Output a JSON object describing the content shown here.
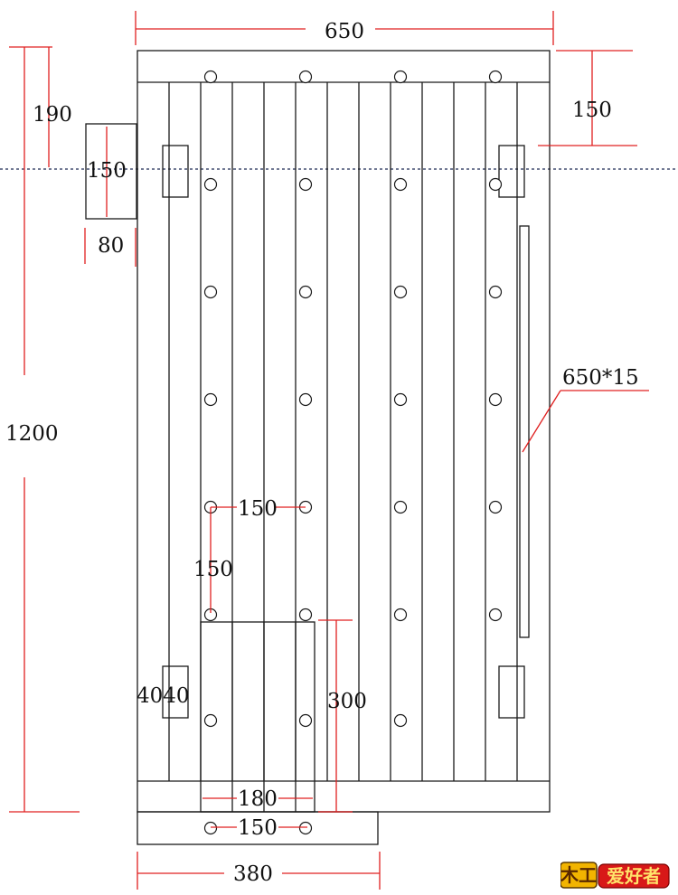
{
  "dimensions": {
    "top_width": "650",
    "left_offset": "190",
    "block_height": "150",
    "block_width": "80",
    "total_height": "1200",
    "right_offset": "150",
    "rail_size": "650*15",
    "hole_spacing_h": "150",
    "hole_spacing_v": "150",
    "small_block": "4040",
    "door_height": "300",
    "door_width": "180",
    "bottom_hole_spacing": "150",
    "bottom_width": "380"
  },
  "colors": {
    "outline": "#1a1a1a",
    "dimension": "#e02020",
    "guide": "#1f2a55",
    "logo_gold": "#f2b400",
    "logo_red": "#d81818"
  },
  "logo": {
    "mark": "木工",
    "name": "爱好者"
  }
}
